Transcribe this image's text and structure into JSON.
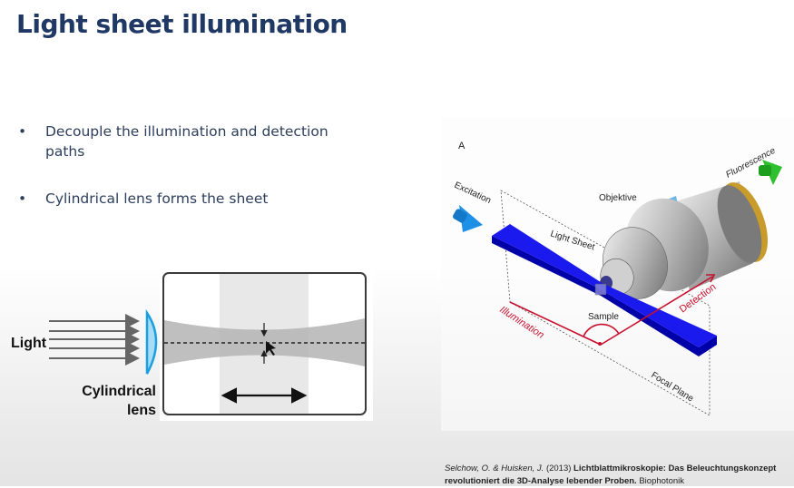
{
  "slide": {
    "title": "Light sheet illumination",
    "bullets": [
      "Decouple the illumination and detection paths",
      "Cylindrical lens forms the sheet"
    ],
    "bullet_symbol": "•"
  },
  "left_diagram": {
    "light_label": "Light",
    "lens_label_line1": "Cylindrical",
    "lens_label_line2": "lens"
  },
  "right_diagram": {
    "panel_letter": "A",
    "excitation": "Excitation",
    "fluorescence": "Fluorescence",
    "objective": "Objektive",
    "light_sheet": "Light Sheet",
    "sample": "Sample",
    "illumination": "Illumination",
    "detection": "Detection",
    "focal_plane": "Focal Plane",
    "colors": {
      "sheet": "#1010e0",
      "axis": "#c8102e",
      "excitation": "#1e90e8",
      "fluorescence": "#2ec02e"
    }
  },
  "citation": {
    "authors": "Selchow, O. & Huisken, J.",
    "year": "(2013)",
    "title_line1": "Lichtblattmikroskopie: Das Beleuchtungskonzept",
    "title_line2": "revolutioniert die 3D-Analyse lebender Proben.",
    "journal": "Biophotonik"
  }
}
